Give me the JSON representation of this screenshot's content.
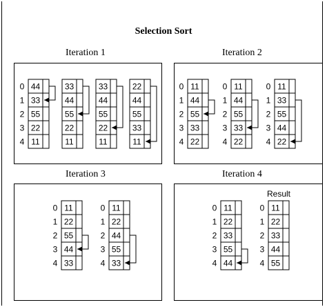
{
  "title": "Selection Sort",
  "panels": [
    {
      "title": "Iteration 1",
      "arrays": [
        {
          "values": [
            "44",
            "33",
            "55",
            "22",
            "11"
          ],
          "indices": [
            "0",
            "1",
            "2",
            "3",
            "4"
          ],
          "arrow": [
            0,
            1
          ]
        },
        {
          "values": [
            "33",
            "44",
            "55",
            "22",
            "11"
          ],
          "indices": [],
          "arrow": [
            0,
            2
          ]
        },
        {
          "values": [
            "33",
            "44",
            "55",
            "22",
            "11"
          ],
          "indices": [],
          "arrow": [
            0,
            3
          ]
        },
        {
          "values": [
            "22",
            "44",
            "55",
            "33",
            "11"
          ],
          "indices": [],
          "arrow": [
            0,
            4
          ]
        }
      ]
    },
    {
      "title": "Iteration 2",
      "arrays": [
        {
          "values": [
            "11",
            "44",
            "55",
            "33",
            "22"
          ],
          "indices": [
            "0",
            "1",
            "2",
            "3",
            "4"
          ],
          "arrow": [
            1,
            2
          ]
        },
        {
          "values": [
            "11",
            "44",
            "55",
            "33",
            "22"
          ],
          "indices": [
            "0",
            "1",
            "2",
            "3",
            "4"
          ],
          "arrow": [
            1,
            3
          ]
        },
        {
          "values": [
            "11",
            "33",
            "55",
            "44",
            "22"
          ],
          "indices": [
            "0",
            "1",
            "2",
            "3",
            "4"
          ],
          "arrow": [
            1,
            4
          ]
        }
      ]
    },
    {
      "title": "Iteration 3",
      "arrays": [
        {
          "values": [
            "11",
            "22",
            "55",
            "44",
            "33"
          ],
          "indices": [
            "0",
            "1",
            "2",
            "3",
            "4"
          ],
          "arrow": [
            2,
            3
          ]
        },
        {
          "values": [
            "11",
            "22",
            "44",
            "55",
            "33"
          ],
          "indices": [
            "0",
            "1",
            "2",
            "3",
            "4"
          ],
          "arrow": [
            2,
            4
          ]
        }
      ]
    },
    {
      "title": "Iteration 4",
      "arrays": [
        {
          "values": [
            "11",
            "22",
            "33",
            "55",
            "44"
          ],
          "indices": [
            "0",
            "1",
            "2",
            "3",
            "4"
          ],
          "arrow": [
            3,
            4
          ]
        },
        {
          "label": "Result",
          "values": [
            "11",
            "22",
            "33",
            "44",
            "55"
          ],
          "indices": [
            "0",
            "1",
            "2",
            "3",
            "4"
          ]
        }
      ]
    }
  ]
}
